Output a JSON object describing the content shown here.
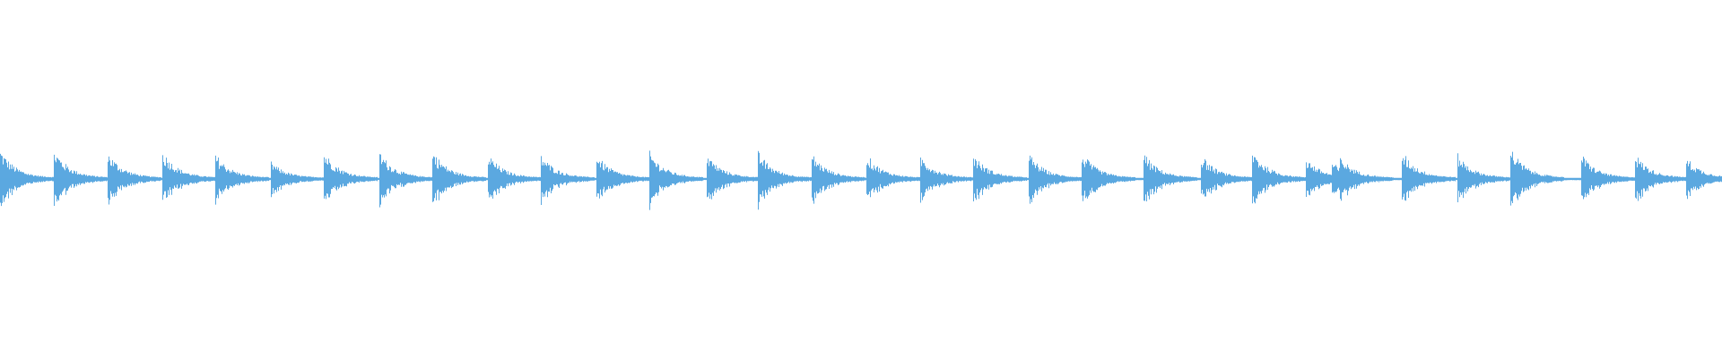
{
  "waveform": {
    "color": "#5ba8e0",
    "background": "#ffffff",
    "onsets": [
      {
        "t": 0.0,
        "amp": 0.95
      },
      {
        "t": 0.031,
        "amp": 0.98
      },
      {
        "t": 0.062,
        "amp": 0.9
      },
      {
        "t": 0.094,
        "amp": 0.92
      },
      {
        "t": 0.125,
        "amp": 0.8
      },
      {
        "t": 0.157,
        "amp": 0.55
      },
      {
        "t": 0.188,
        "amp": 0.88
      },
      {
        "t": 0.22,
        "amp": 0.9
      },
      {
        "t": 0.251,
        "amp": 0.92
      },
      {
        "t": 0.283,
        "amp": 0.82
      },
      {
        "t": 0.314,
        "amp": 0.78
      },
      {
        "t": 0.346,
        "amp": 0.8
      },
      {
        "t": 0.377,
        "amp": 0.88
      },
      {
        "t": 0.41,
        "amp": 0.82
      },
      {
        "t": 0.44,
        "amp": 0.88
      },
      {
        "t": 0.471,
        "amp": 0.84
      },
      {
        "t": 0.503,
        "amp": 0.8
      },
      {
        "t": 0.534,
        "amp": 0.78
      },
      {
        "t": 0.565,
        "amp": 0.8
      },
      {
        "t": 0.597,
        "amp": 0.84
      },
      {
        "t": 0.628,
        "amp": 0.86
      },
      {
        "t": 0.664,
        "amp": 0.82
      },
      {
        "t": 0.697,
        "amp": 0.8
      },
      {
        "t": 0.727,
        "amp": 0.95
      },
      {
        "t": 0.758,
        "amp": 0.7
      },
      {
        "t": 0.773,
        "amp": 0.55
      },
      {
        "t": 0.778,
        "amp": 0.72
      },
      {
        "t": 0.814,
        "amp": 0.9
      },
      {
        "t": 0.846,
        "amp": 0.82
      },
      {
        "t": 0.877,
        "amp": 1.0
      },
      {
        "t": 0.918,
        "amp": 0.8
      },
      {
        "t": 0.949,
        "amp": 0.84
      },
      {
        "t": 0.979,
        "amp": 0.7
      }
    ]
  }
}
